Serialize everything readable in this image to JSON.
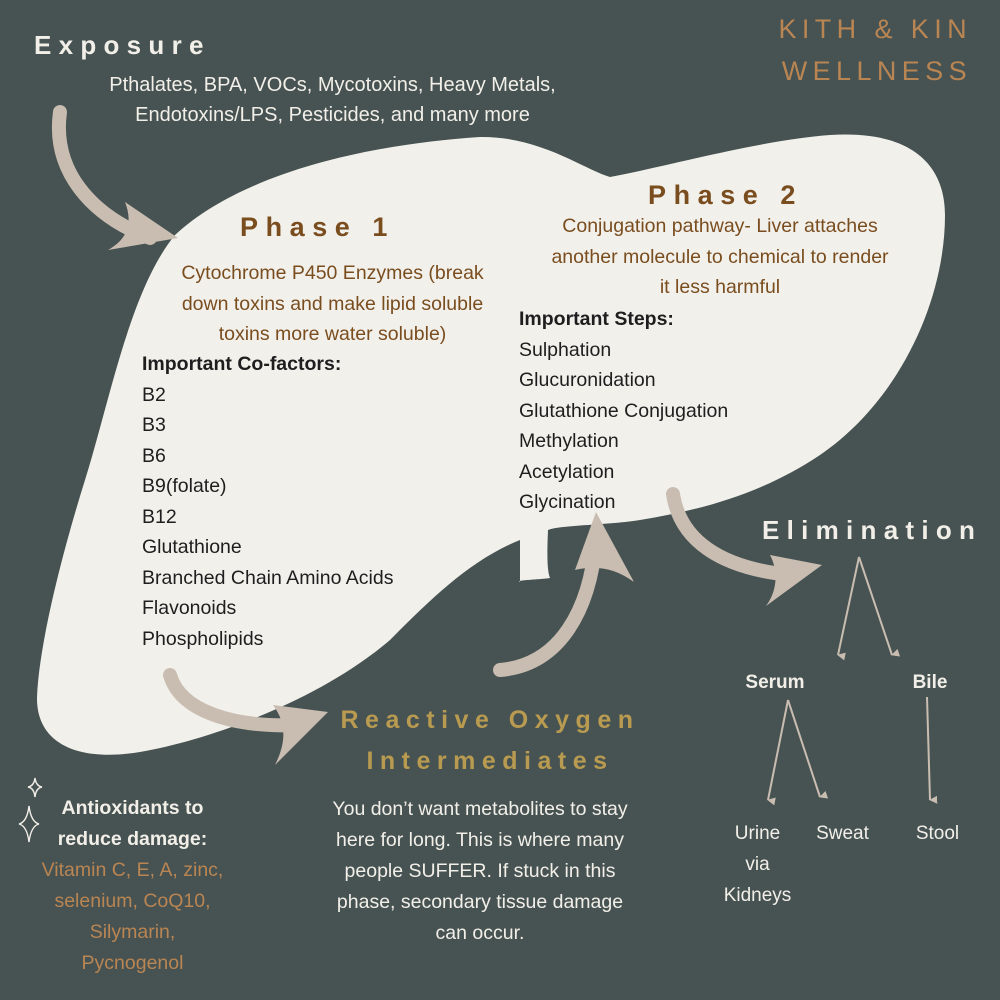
{
  "brand": {
    "line1": "KITH & KIN",
    "line2": "WELLNESS"
  },
  "colors": {
    "background": "#475352",
    "liver": "#f2f0eb",
    "arrow": "#c9bdb1",
    "phase_brown": "#7a4d1f",
    "brand_copper": "#b98553",
    "roi_gold": "#b89a50",
    "light_text": "#f2efe9"
  },
  "exposure": {
    "title": "Exposure",
    "lines": [
      "Pthalates,  BPA, VOCs, Mycotoxins, Heavy Metals,",
      "Endotoxins/LPS, Pesticides, and many more"
    ]
  },
  "phase1": {
    "title": "Phase 1",
    "description_lines": [
      "Cytochrome P450 Enzymes (break",
      "down toxins and make lipid soluble",
      "toxins more water soluble)"
    ],
    "list_header": "Important Co-factors:",
    "items": [
      "B2",
      "B3",
      "B6",
      "B9(folate)",
      "B12",
      "Glutathione",
      "Branched Chain Amino Acids",
      "Flavonoids",
      "Phospholipids"
    ]
  },
  "phase2": {
    "title": "Phase 2",
    "description_lines": [
      "Conjugation pathway-  Liver attaches",
      "another molecule to chemical to render",
      "it less harmful"
    ],
    "list_header": "Important Steps:",
    "items": [
      "Sulphation",
      "Glucuronidation",
      "Glutathione Conjugation",
      "Methylation",
      "Acetylation",
      "Glycination"
    ]
  },
  "reactive_oxygen": {
    "title_lines": [
      "Reactive Oxygen",
      "Intermediates"
    ],
    "text_lines": [
      "You don’t want metabolites to stay",
      "here  for long. This is where many",
      "people SUFFER. If stuck in this",
      "phase, secondary tissue damage",
      "can occur."
    ]
  },
  "antioxidants": {
    "header_lines": [
      "Antioxidants to",
      "reduce damage:"
    ],
    "items_lines": [
      "Vitamin C, E, A, zinc,",
      "selenium, CoQ10,",
      "Silymarin,",
      "Pycnogenol"
    ],
    "icon": "sparkle-icon"
  },
  "elimination": {
    "title": "Elimination",
    "branches": [
      {
        "label": "Serum",
        "children": [
          {
            "label_lines": [
              "Urine",
              "via",
              "Kidneys"
            ]
          },
          {
            "label_lines": [
              "Sweat"
            ]
          }
        ]
      },
      {
        "label": "Bile",
        "children": [
          {
            "label_lines": [
              "Stool"
            ]
          }
        ]
      }
    ]
  }
}
